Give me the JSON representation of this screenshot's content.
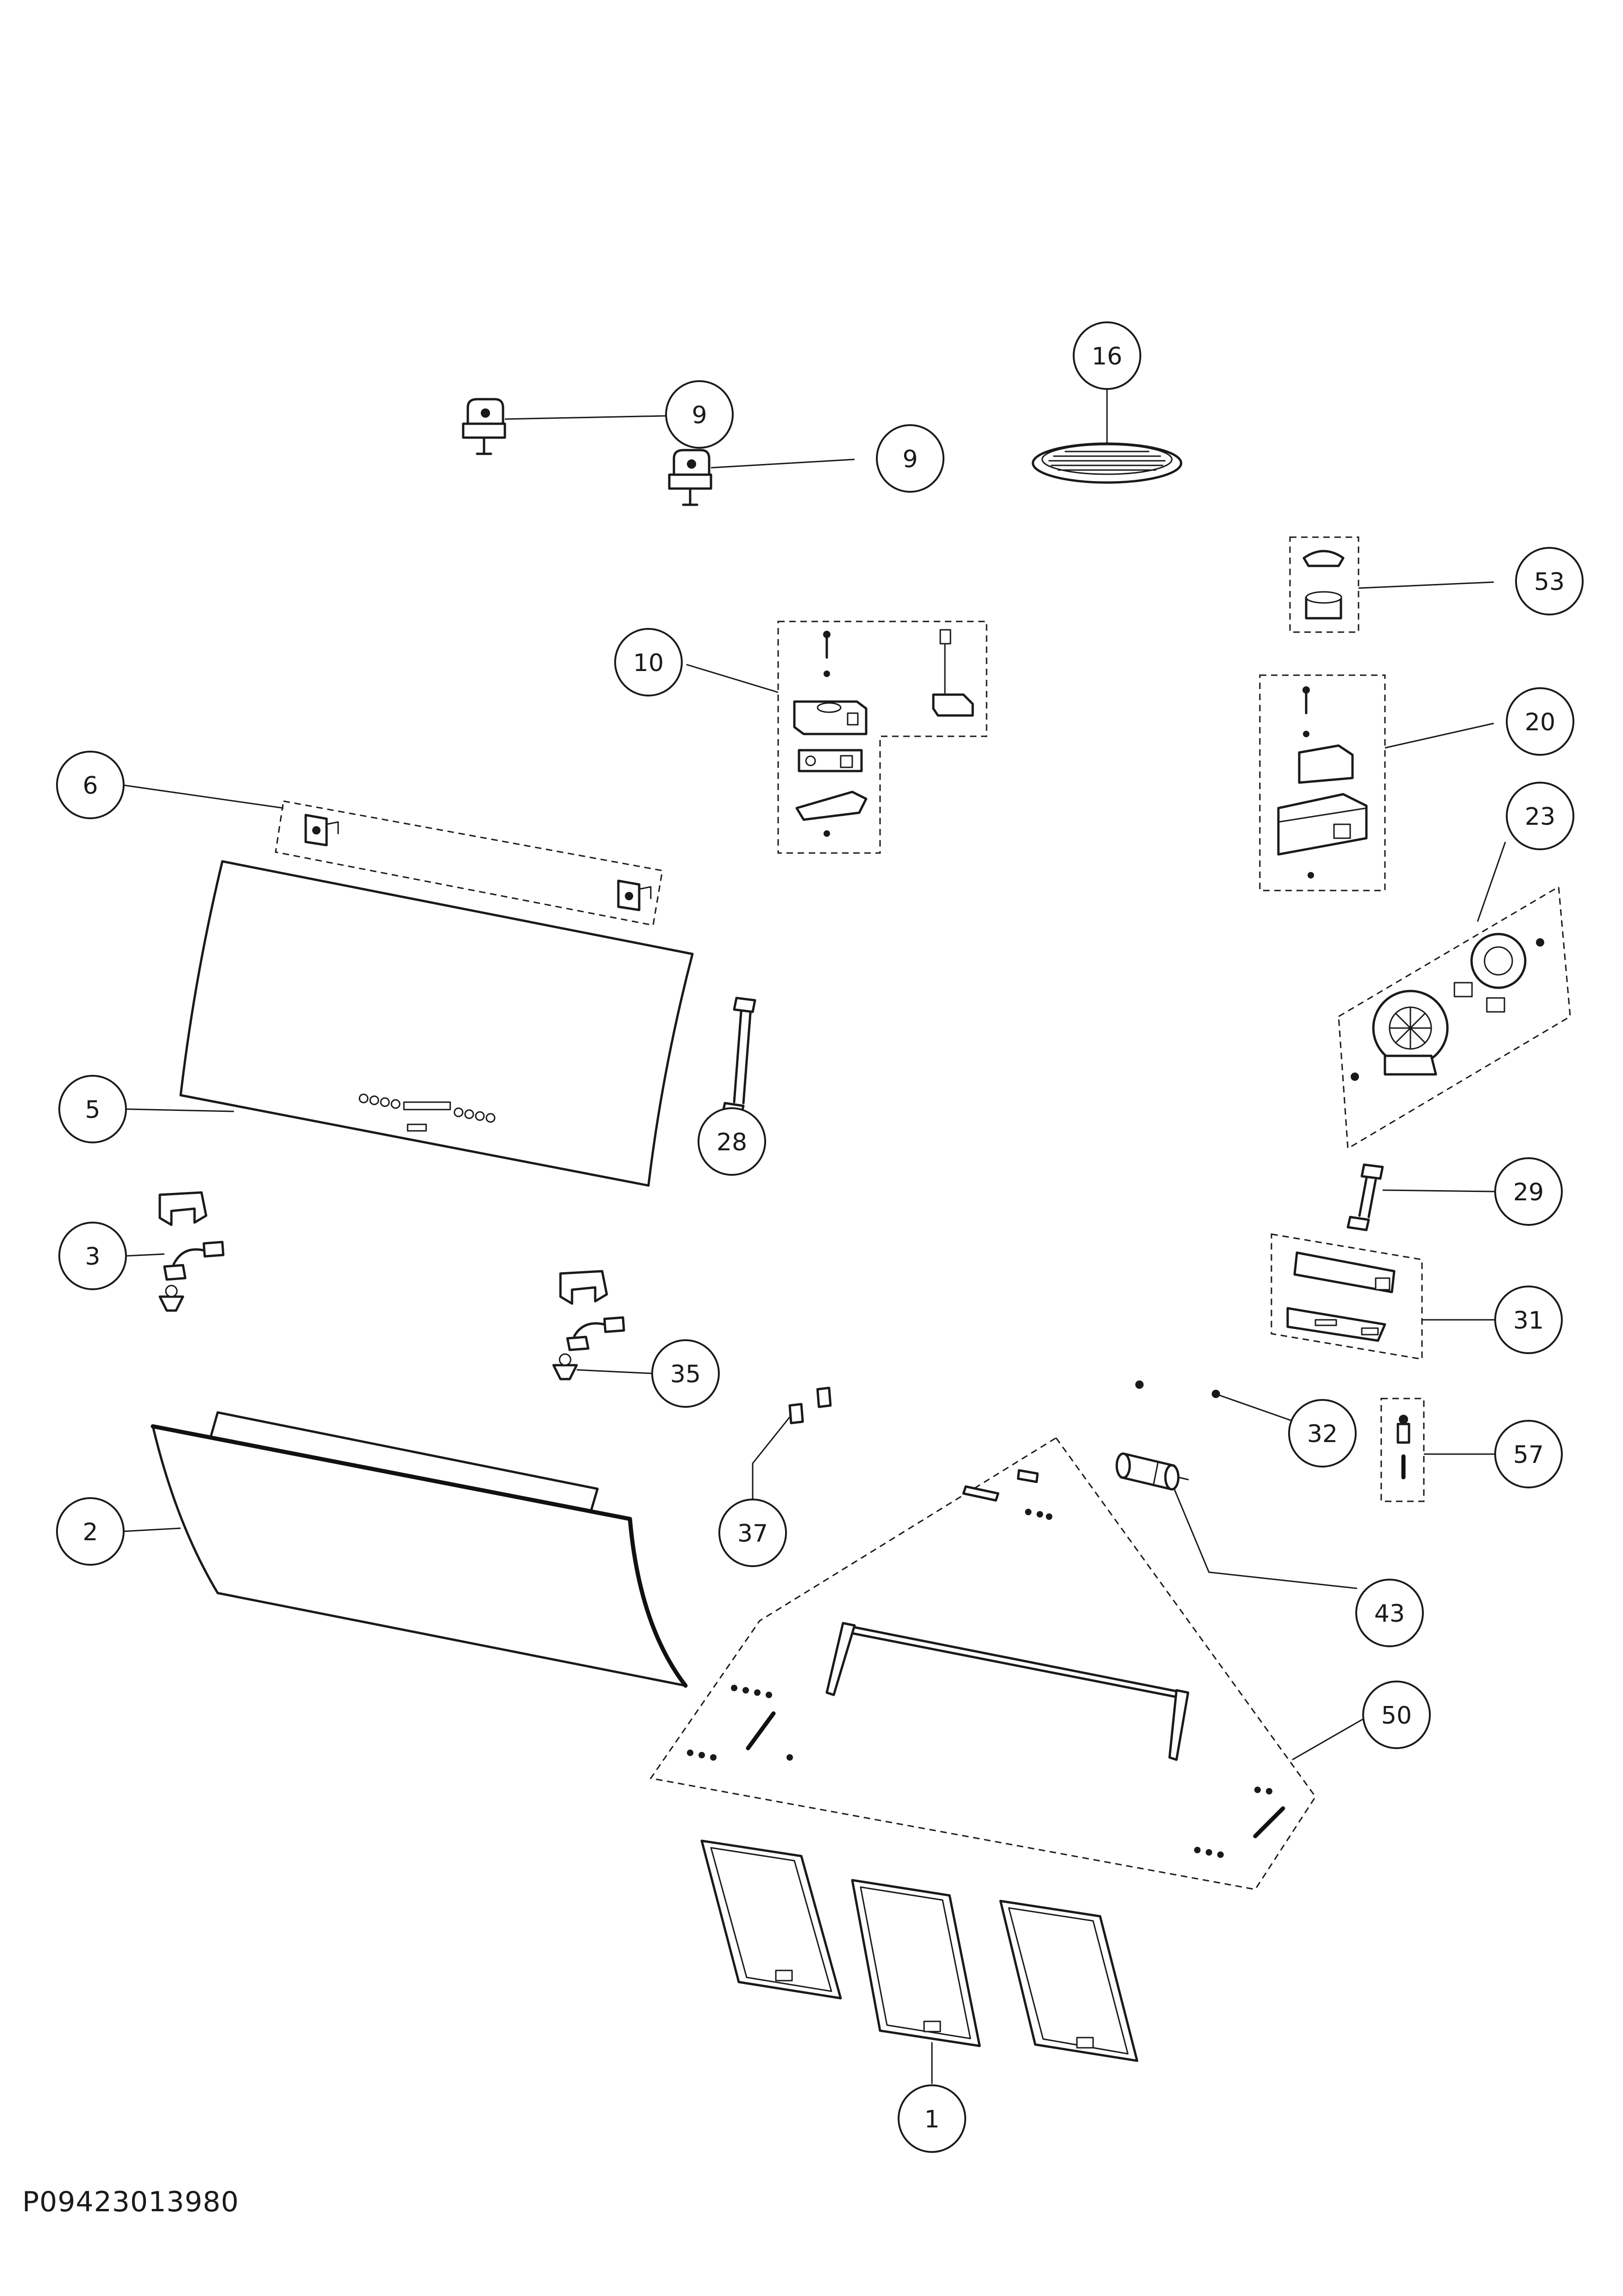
{
  "drawing_code": "P09423013980",
  "callouts": [
    {
      "id": "c16",
      "label": "16"
    },
    {
      "id": "c9a",
      "label": "9"
    },
    {
      "id": "c9b",
      "label": "9"
    },
    {
      "id": "c53",
      "label": "53"
    },
    {
      "id": "c10",
      "label": "10"
    },
    {
      "id": "c20",
      "label": "20"
    },
    {
      "id": "c6",
      "label": "6"
    },
    {
      "id": "c23",
      "label": "23"
    },
    {
      "id": "c5",
      "label": "5"
    },
    {
      "id": "c28",
      "label": "28"
    },
    {
      "id": "c29",
      "label": "29"
    },
    {
      "id": "c3",
      "label": "3"
    },
    {
      "id": "c31",
      "label": "31"
    },
    {
      "id": "c35",
      "label": "35"
    },
    {
      "id": "c32",
      "label": "32"
    },
    {
      "id": "c57",
      "label": "57"
    },
    {
      "id": "c2",
      "label": "2"
    },
    {
      "id": "c37",
      "label": "37"
    },
    {
      "id": "c43",
      "label": "43"
    },
    {
      "id": "c50",
      "label": "50"
    },
    {
      "id": "c1",
      "label": "1"
    }
  ],
  "colors": {
    "line": "#1a1a1a",
    "background": "#ffffff"
  }
}
